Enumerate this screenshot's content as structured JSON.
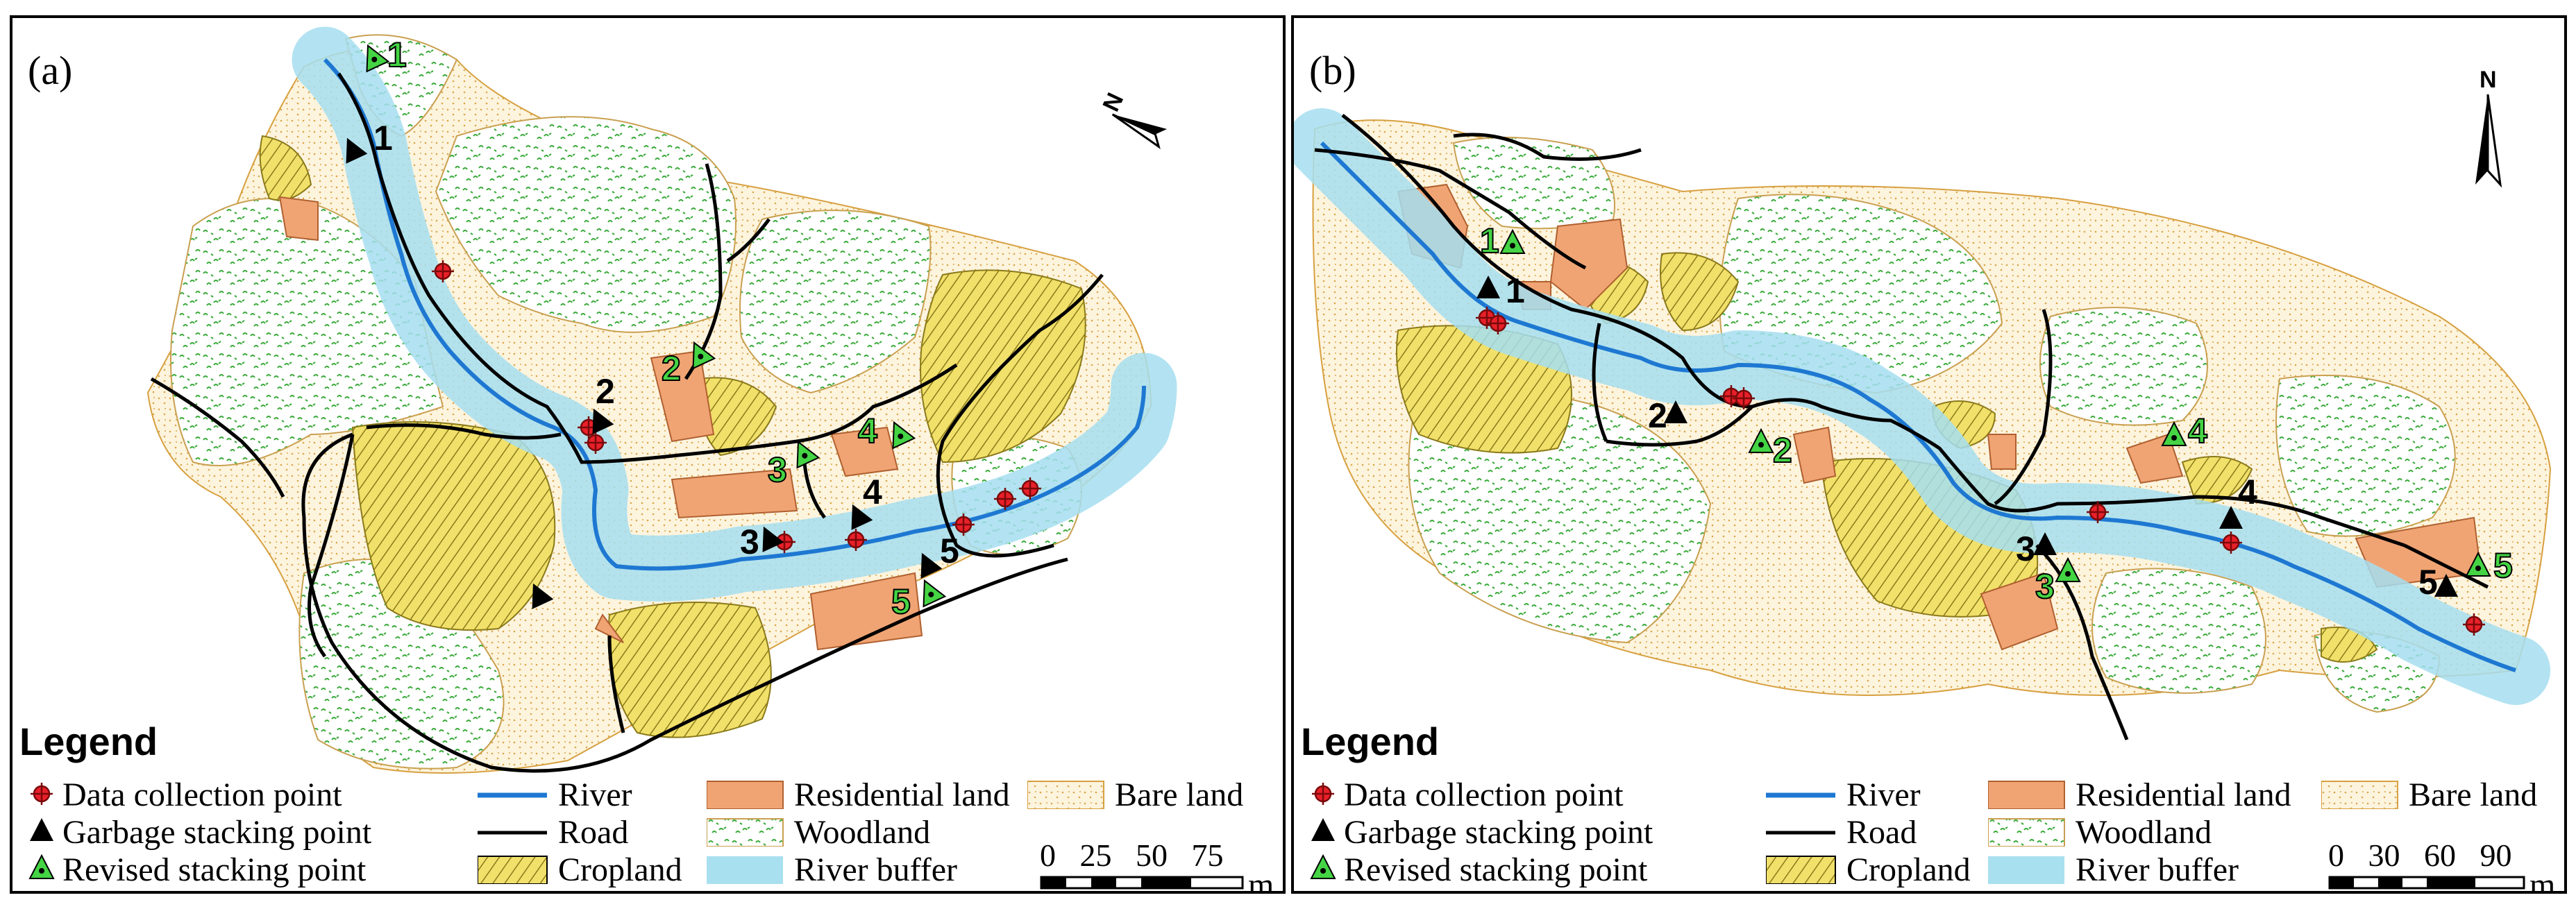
{
  "panels": [
    {
      "label": "(a)",
      "legend_title": "Legend",
      "north": "N",
      "scale_ticks": "0   25   50   75",
      "scale_unit": "m",
      "points": {
        "garbage": [
          "1",
          "2",
          "3",
          "4",
          "5"
        ],
        "revised": [
          "1",
          "2",
          "3",
          "4",
          "5"
        ]
      }
    },
    {
      "label": "(b)",
      "legend_title": "Legend",
      "north": "N",
      "scale_ticks": "0   30   60   90",
      "scale_unit": "m",
      "points": {
        "garbage": [
          "1",
          "2",
          "3",
          "4",
          "5"
        ],
        "revised": [
          "1",
          "2",
          "3",
          "4",
          "5"
        ]
      }
    }
  ],
  "legend": {
    "data_collection_point": "Data collection point",
    "garbage_stacking_point": "Garbage stacking point",
    "revised_stacking_point": "Revised stacking point",
    "river": "River",
    "road": "Road",
    "cropland": "Cropland",
    "residential_land": "Residential land",
    "woodland": "Woodland",
    "river_buffer": "River buffer",
    "bare_land": "Bare land"
  },
  "colors": {
    "river": "#1e78d2",
    "river_buffer": "#a9e0f0",
    "residential": "#f0a474",
    "cropland": "#efe066",
    "woodland": "#ffffff",
    "bare_land": "#fdf3dc",
    "data_point": "#e8202a",
    "revised_point": "#44d444"
  }
}
